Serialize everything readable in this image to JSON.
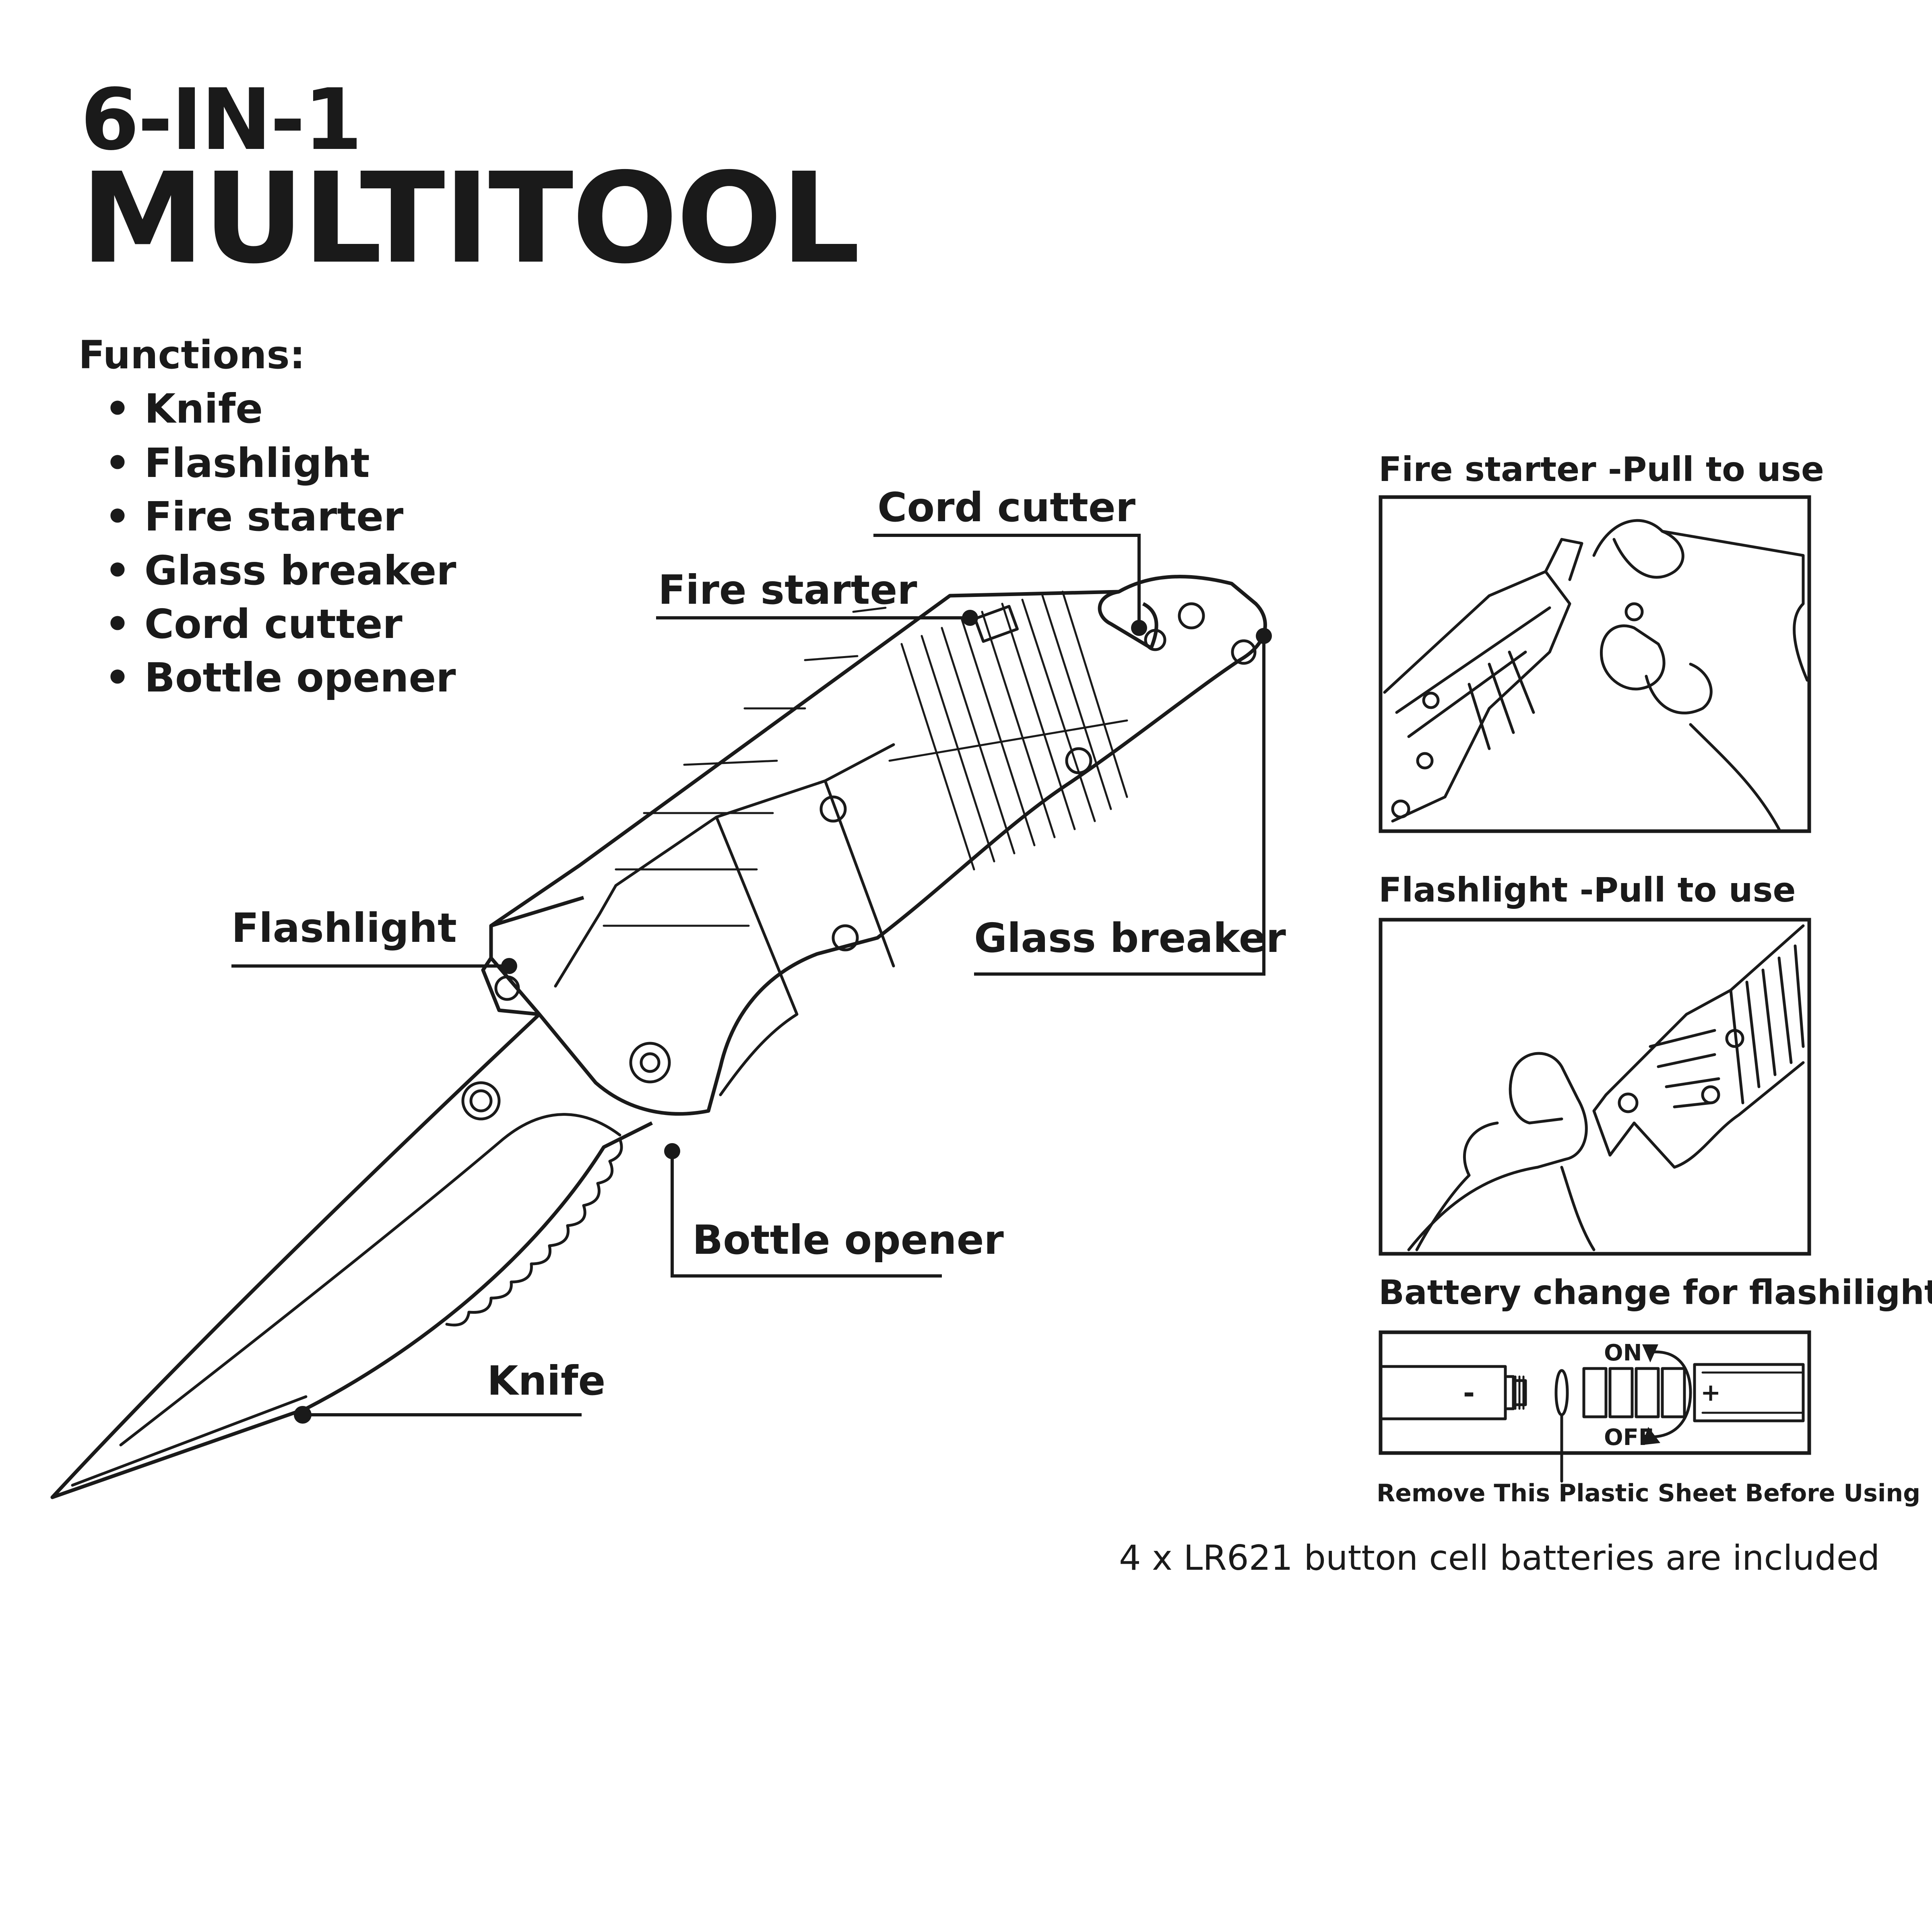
{
  "title": {
    "line1": "6-IN-1",
    "line2": "MULTITOOL"
  },
  "functions": {
    "heading": "Functions:",
    "items": [
      "• Knife",
      "• Flashlight",
      "• Fire starter",
      "• Glass breaker",
      "• Cord cutter",
      "• Bottle opener"
    ]
  },
  "callouts": {
    "cord_cutter": "Cord cutter",
    "fire_starter": "Fire starter",
    "flashlight": "Flashlight",
    "glass_breaker": "Glass breaker",
    "bottle_opener": "Bottle opener",
    "knife": "Knife"
  },
  "panels": {
    "fire_starter": "Fire starter -Pull to use",
    "flashlight": "Flashlight -Pull to use",
    "battery": {
      "title": "Battery change for flashilight",
      "on_label": "ON",
      "off_label": "OFF",
      "minus": "-",
      "plus": "+",
      "sheet_note": "Remove This Plastic Sheet Before Using"
    }
  },
  "footnote": "4 x LR621 button cell batteries are included",
  "colors": {
    "ink": "#1a1a1a",
    "background": "#ffffff"
  }
}
